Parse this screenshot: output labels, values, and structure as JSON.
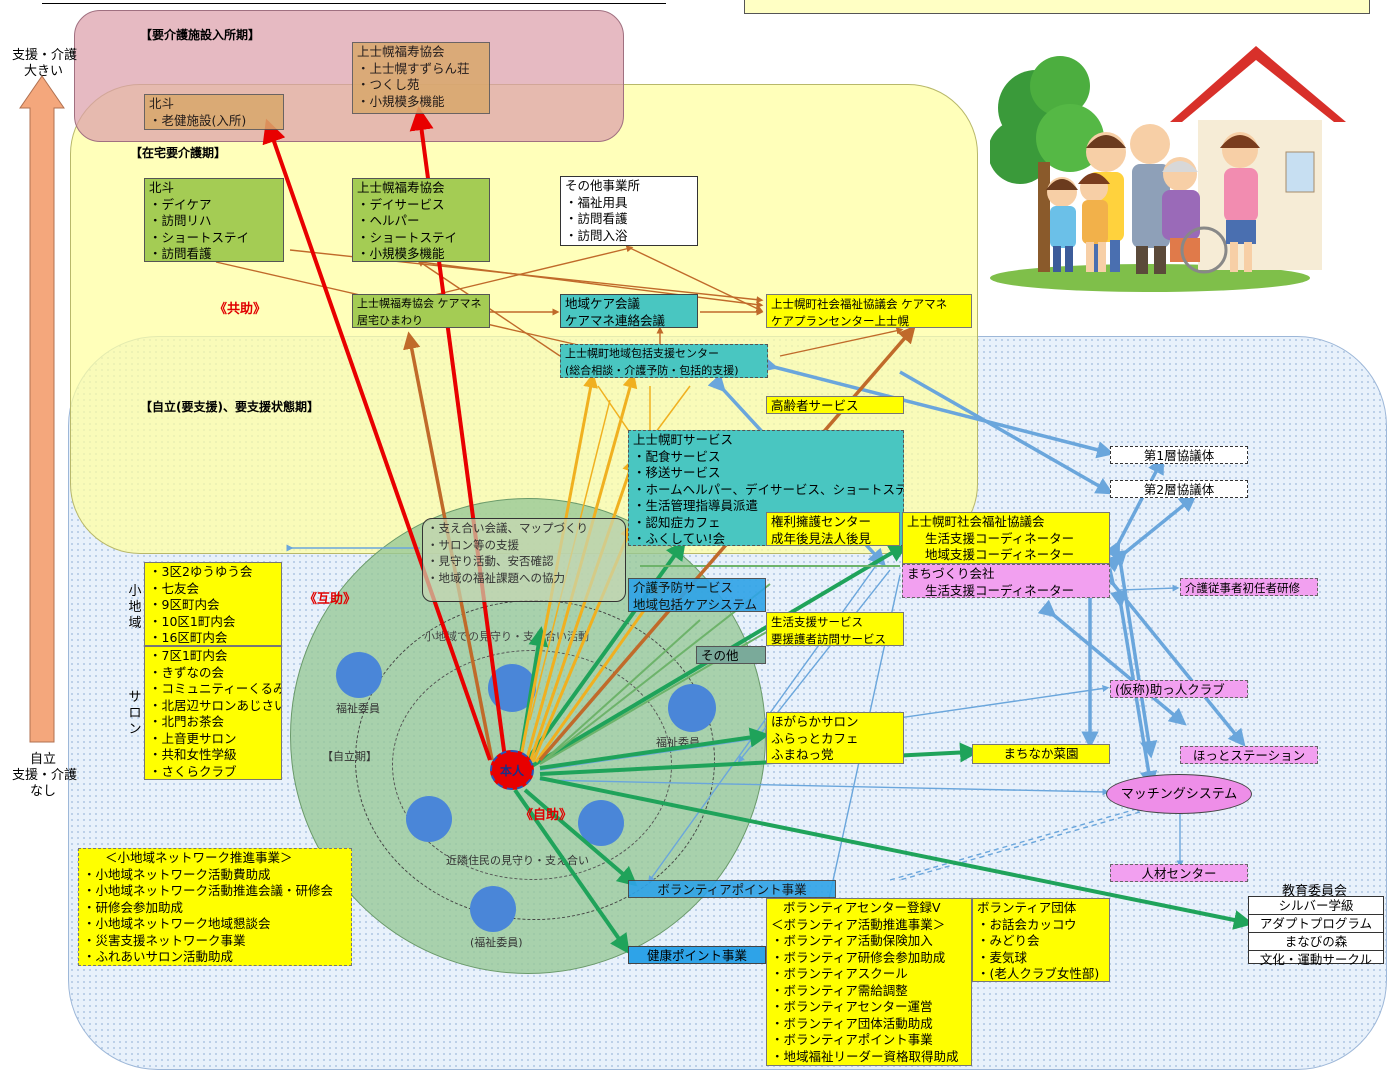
{
  "axis": {
    "top_label_1": "支援・介護",
    "top_label_2": "大きい",
    "bottom_label_1": "自立",
    "bottom_label_2": "支援・介護",
    "bottom_label_3": "なし"
  },
  "zones": {
    "facility": "【要介護施設入所期】",
    "home_care": "【在宅要介護期】",
    "independent": "【自立(要支援)、要支援状態期】"
  },
  "labels": {
    "kyojo": "《共助》",
    "gojo": "《互助》",
    "jijo": "《自助》",
    "person": "本人",
    "shochiiki": "小\n地\n域",
    "salon": "サ\nロ\nン"
  },
  "circle_labels": {
    "top": "小地域での見守り・支え合い活動",
    "left": "福祉委員",
    "right": "福祉委員",
    "bottom": "近隣住民の見守り・支え合い",
    "bottom2": "(福祉委員)",
    "self": "【自立期】"
  },
  "facility_boxes": {
    "hokuto": [
      "北斗",
      "・老健施設(入所)"
    ],
    "kamishihoro": [
      "上士幌福寿協会",
      "・上士幌すずらん荘",
      "・つくし苑",
      "・小規模多機能"
    ]
  },
  "home_boxes": {
    "hokuto": [
      "北斗",
      "・デイケア",
      "・訪問リハ",
      "・ショートステイ",
      "・訪問看護"
    ],
    "fukuju": [
      "上士幌福寿協会",
      "・デイサービス",
      "・ヘルパー",
      "・ショートステイ",
      "・小規模多機能"
    ],
    "other": [
      "その他事業所",
      "・福祉用具",
      "・訪問看護",
      "・訪問入浴"
    ],
    "caremgr": [
      "上士幌福寿協会 ケアマネ",
      "居宅ひまわり"
    ],
    "chiiki": [
      "地域ケア会議",
      "ケアマネ連絡会議"
    ],
    "shakyo_cm": [
      "上士幌町社会福祉協議会 ケアマネ",
      "ケアプランセンター上士幌"
    ],
    "houkatsu": [
      "上士幌町地域包括支援センター",
      "(総合相談・介護予防・包括的支援)"
    ]
  },
  "indep_boxes": {
    "kourei": [
      "高齢者サービス"
    ],
    "services": [
      "上士幌町サービス",
      "・配食サービス",
      "・移送サービス",
      "・ホームヘルパー、デイサービス、ショートステイ",
      "・生活管理指導員派遣",
      "・認知症カフェ",
      "・ふくしてい!会"
    ],
    "kenri": [
      "権利擁護センター",
      "成年後見法人後見"
    ],
    "shakyo": [
      "上士幌町社会福祉協議会",
      "生活支援コーディネーター",
      "地域支援コーディネーター"
    ],
    "machizukuri": [
      "まちづくり会社",
      "生活支援コーディネーター"
    ],
    "seikatsu": [
      "生活支援サービス",
      "要援護者訪問サービス"
    ],
    "blue1": [
      "介護予防サービス",
      "地域包括ケアシステム"
    ],
    "gray": [
      "その他"
    ],
    "salon3": [
      "ほがらかサロン",
      "ふらっとカフェ",
      "ふまねっ党"
    ],
    "garden": [
      "まちなか菜園"
    ],
    "club": [
      "(仮称)助っ人クラブ"
    ],
    "hotto": [
      "ほっとステーション"
    ],
    "kyogi1": [
      "第1層協議体"
    ],
    "kyogi2": [
      "第2層協議体"
    ],
    "kensyu": [
      "介護従事者初任者研修"
    ],
    "matching": [
      "マッチングシステム"
    ],
    "jinzai": [
      "人材センター"
    ],
    "vpoint": [
      "ボランティアポイント事業"
    ],
    "kenko": [
      "健康ポイント事業"
    ],
    "gojo_box": [
      "・支え合い会議、マップづくり",
      "・サロン等の支援",
      "・見守り活動、安否確認",
      "・地域の福祉課題への協力"
    ]
  },
  "small_area": [
    "・3区2ゆうゆう会",
    "・七友会",
    "・9区町内会",
    "・10区1町内会",
    "・16区町内会"
  ],
  "salon_list": [
    "・7区1町内会",
    "・きずなの会",
    "・コミュニティーくるみ",
    "・北居辺サロンあじさい",
    "・北門お茶会",
    "・上音更サロン",
    "・共和女性学級",
    "・さくらクラブ"
  ],
  "network": [
    "＜小地域ネットワーク推進事業＞",
    "・小地域ネットワーク活動費助成",
    "・小地域ネットワーク活動推進会議・研修会",
    "・研修会参加助成",
    "・小地域ネットワーク地域懇談会",
    "・災害支援ネットワーク事業",
    "・ふれあいサロン活動助成"
  ],
  "volunteer": [
    "ボランティアセンター登録V",
    "＜ボランティア活動推進事業＞",
    "・ボランティア活動保険加入",
    "・ボランティア研修会参加助成",
    "・ボランティアスクール",
    "・ボランティア需給調整",
    "・ボランティアセンター運営",
    "・ボランティア団体活動助成",
    "・ボランティアポイント事業",
    "・地域福祉リーダー資格取得助成"
  ],
  "vgroups": [
    "ボランティア団体",
    "・お話会カッコウ",
    "・みどり会",
    "・麦気球",
    "・(老人クラブ女性部)"
  ],
  "education": {
    "title": "教育委員会",
    "items": [
      "シルバー学級",
      "アダプトプログラム",
      "まなびの森",
      "文化・運動サークル"
    ]
  },
  "colors": {
    "red": "#e80000",
    "green": "#1fa35a",
    "orange": "#f0b020",
    "brown": "#c06a2a",
    "blue": "#6aa6dc",
    "salmon": "#f4a77c"
  }
}
